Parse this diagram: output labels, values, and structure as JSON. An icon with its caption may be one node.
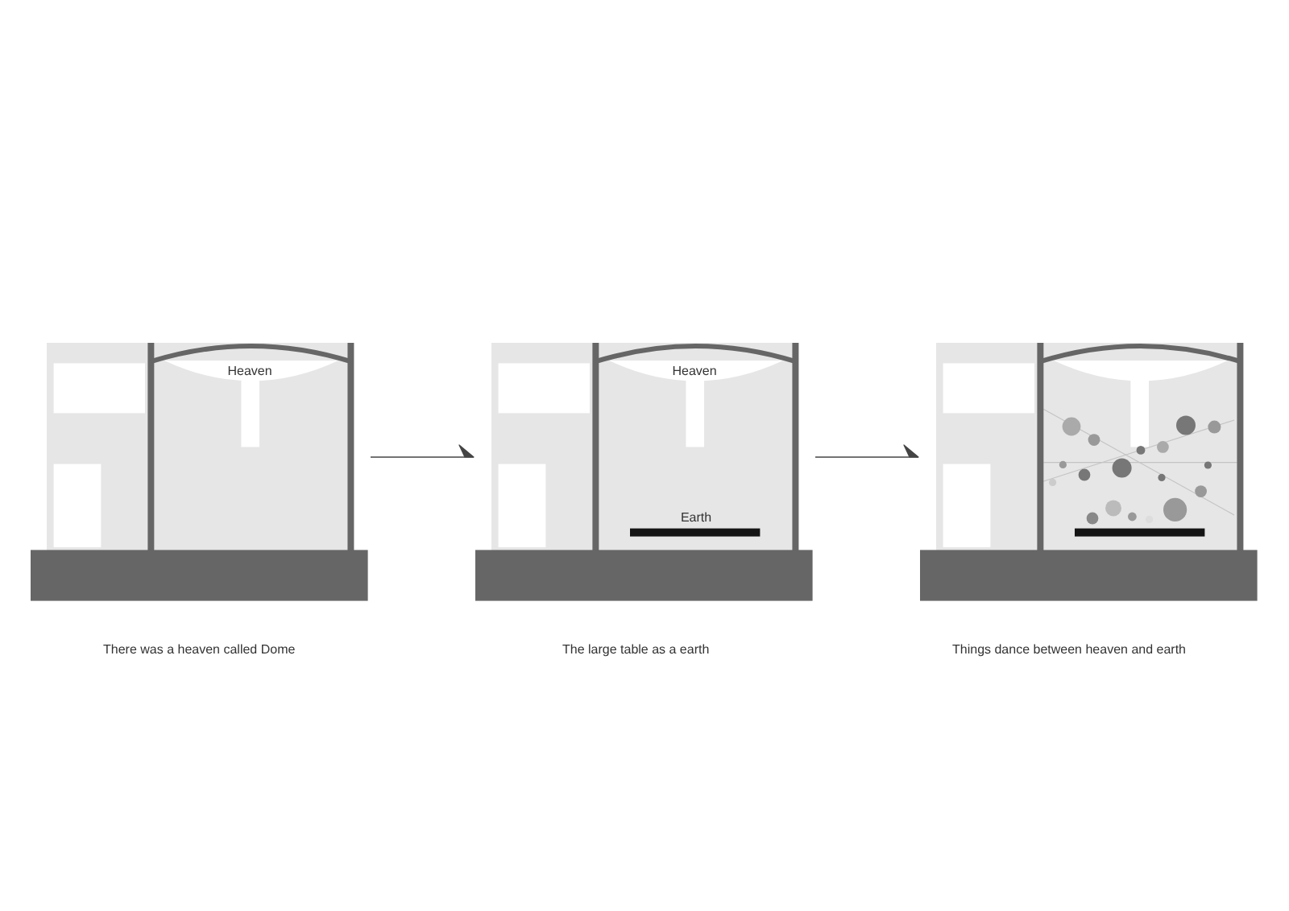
{
  "diagram": {
    "nodes": [
      {
        "text": [
          "Heaven"
        ],
        "beside": [
          "There was a heaven called Dome"
        ]
      },
      {
        "text": [
          "Heaven",
          "Earth"
        ],
        "beside": [
          "The large table as a earth"
        ]
      },
      {
        "text": [],
        "shape": "picture",
        "beside": [
          "Things dance between heaven and earth"
        ]
      }
    ],
    "edges": [
      {
        "from": 0,
        "to": 1,
        "arrow": "to"
      },
      {
        "from": 1,
        "to": 2,
        "arrow": "to"
      }
    ]
  }
}
